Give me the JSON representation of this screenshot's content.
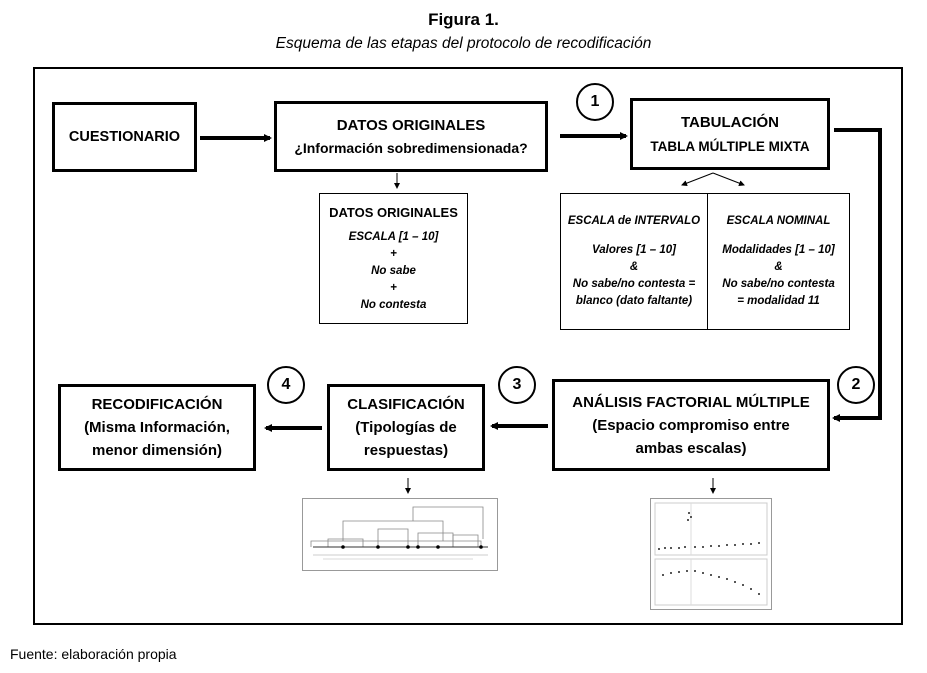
{
  "figure": {
    "title": "Figura 1.",
    "subtitle": "Esquema de las etapas del protocolo de recodificación"
  },
  "nodes": {
    "cuestionario": "CUESTIONARIO",
    "datos_originales": {
      "line1": "DATOS ORIGINALES",
      "line2": "¿Información sobredimensionada?"
    },
    "datos_detalle": {
      "header": "DATOS ORIGINALES",
      "l1": "ESCALA [1 – 10]",
      "l2": "+",
      "l3": "No sabe",
      "l4": "+",
      "l5": "No contesta"
    },
    "tabulacion": {
      "line1": "TABULACIÓN",
      "line2": "TABLA MÚLTIPLE MIXTA"
    },
    "escala_intervalo": {
      "header": "ESCALA de INTERVALO",
      "l1": "Valores [1 – 10]",
      "l2": "&",
      "l3": "No sabe/no contesta =",
      "l4": "blanco (dato faltante)"
    },
    "escala_nominal": {
      "header": "ESCALA NOMINAL",
      "l1": "Modalidades [1 – 10]",
      "l2": "&",
      "l3": "No sabe/no contesta",
      "l4": "= modalidad 11"
    },
    "afm": {
      "line1": "ANÁLISIS FACTORIAL MÚLTIPLE",
      "line2": "(Espacio compromiso entre",
      "line3": "ambas escalas)"
    },
    "clasificacion": {
      "line1": "CLASIFICACIÓN",
      "line2": "(Tipologías de",
      "line3": "respuestas)"
    },
    "recodificacion": {
      "line1": "RECODIFICACIÓN",
      "line2": "(Misma Información,",
      "line3": "menor dimensión)"
    }
  },
  "steps": [
    "1",
    "2",
    "3",
    "4"
  ],
  "source": "Fuente: elaboración propia"
}
